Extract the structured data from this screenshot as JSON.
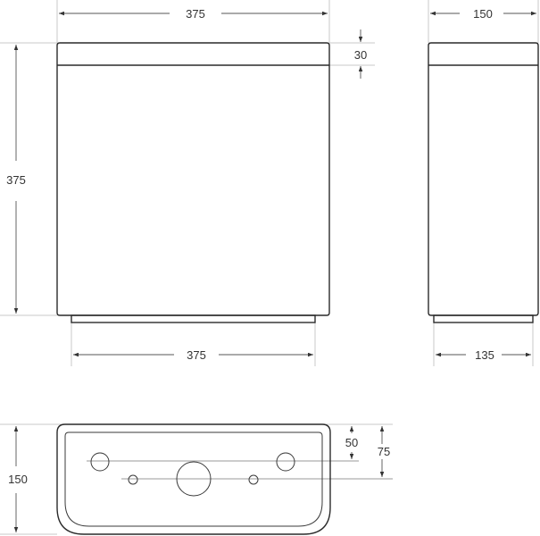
{
  "drawing": {
    "front_view": {
      "width_top_label": "375",
      "lid_height_label": "30",
      "height_label": "375",
      "base_width_label": "375"
    },
    "side_view": {
      "depth_top_label": "150",
      "base_depth_label": "135"
    },
    "bottom_view": {
      "depth_label": "150",
      "upper_holes_offset_label": "50",
      "center_holes_offset_label": "75",
      "holes": [
        {
          "name": "left-mounting-hole",
          "type": "medium"
        },
        {
          "name": "left-small-hole",
          "type": "small"
        },
        {
          "name": "center-inlet-hole",
          "type": "large"
        },
        {
          "name": "right-small-hole",
          "type": "small"
        },
        {
          "name": "right-mounting-hole",
          "type": "medium"
        }
      ]
    },
    "colors": {
      "outline": "#2a2a2a",
      "dimension": "#555555",
      "extension": "#c8c8c8",
      "background": "#ffffff"
    }
  }
}
